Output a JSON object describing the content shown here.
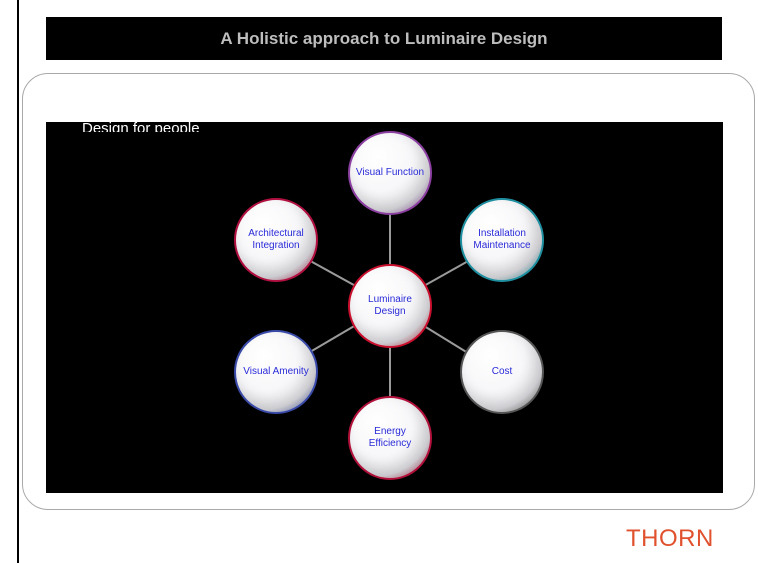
{
  "slide": {
    "title": "A Holistic approach to Luminaire Design",
    "subtitle_fragment": "Design for people",
    "brand_logo": "THORN"
  },
  "diagram": {
    "center": {
      "label": "Luminaire Design",
      "accent": "#c8102e"
    },
    "nodes": [
      {
        "id": "visual-function",
        "label": "Visual Function",
        "accent": "#8b3fa0"
      },
      {
        "id": "installation-maintenance",
        "label": "Installation Maintenance",
        "accent": "#1f8fa0"
      },
      {
        "id": "cost",
        "label": "Cost",
        "accent": "#555555"
      },
      {
        "id": "energy-efficiency",
        "label": "Energy Efficiency",
        "accent": "#b0103a"
      },
      {
        "id": "visual-amenity",
        "label": "Visual Amenity",
        "accent": "#3a4aa8"
      },
      {
        "id": "architectural-integration",
        "label": "Architectural Integration",
        "accent": "#b01040"
      }
    ]
  },
  "colors": {
    "title_bg": "#000000",
    "title_text": "#bdbdbd",
    "label_text": "#2a2ad8",
    "spoke": "#9a9a9a",
    "logo": "#e0522e"
  }
}
